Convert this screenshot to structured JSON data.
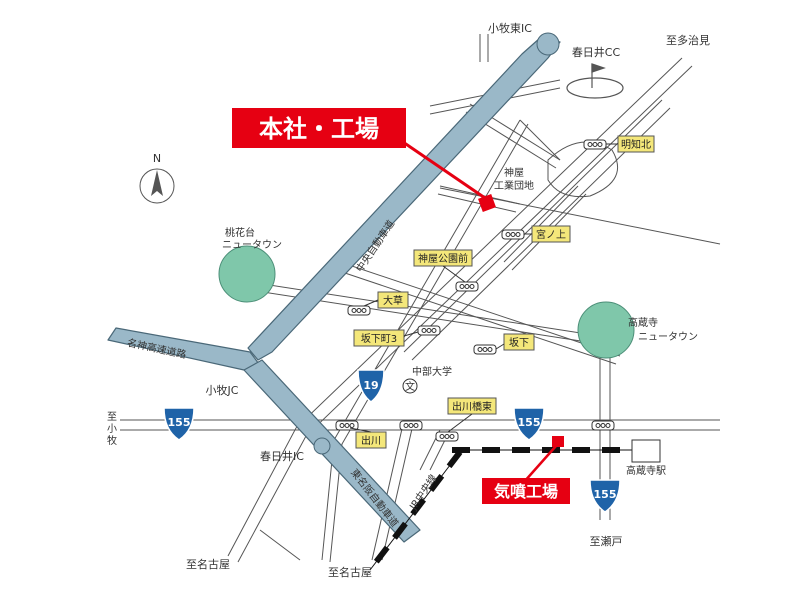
{
  "labels": {
    "komaki_higashi_ic": "小牧東IC",
    "kasugai_cc": "春日井CC",
    "to_tajimi": "至多治見",
    "honsha": "本社・工場",
    "meichi_kita": "明知北",
    "kamiya_industrial_1": "神屋",
    "kamiya_industrial_2": "工業団地",
    "kamiyaue": "宮ノ上",
    "north": "N",
    "momokadai_1": "桃花台",
    "momokadai_2": "ニュータウン",
    "chuo_expressway": "中央自動車道",
    "kamiya_park": "神屋公園前",
    "ookusa": "大草",
    "sakashita_3": "坂下町3",
    "sakashita": "坂下",
    "kozoji_nt_1": "高蔵寺",
    "kozoji_nt_2": "ニュータウン",
    "meishin": "名神高速道路",
    "komaki_jc": "小牧JC",
    "chubu_univ": "中部大学",
    "school_mark": "文",
    "route_19": "19",
    "route_155_a": "155",
    "route_155_b": "155",
    "route_155_c": "155",
    "to_komaki_1": "至",
    "to_komaki_2": "小",
    "to_komaki_3": "牧",
    "degawa_bashi_higashi": "出川橋東",
    "degawa": "出川",
    "kasugai_ic": "春日井IC",
    "higashi_meihan": "東名阪自動車道",
    "jr_chuo": "JR中央線",
    "kifun_factory": "気噴工場",
    "kozoji_station": "高蔵寺駅",
    "to_seto": "至瀬戸",
    "to_nagoya_1": "至名古屋",
    "to_nagoya_2": "至名古屋"
  },
  "colors": {
    "expressway_fill": "#9ab8c8",
    "expressway_stroke": "#4a6878",
    "road": "#555555",
    "callout_red": "#e60012",
    "label_yellow": "#f4e77a",
    "park_green": "#7fc7aa",
    "route_blue": "#1f63a8"
  }
}
